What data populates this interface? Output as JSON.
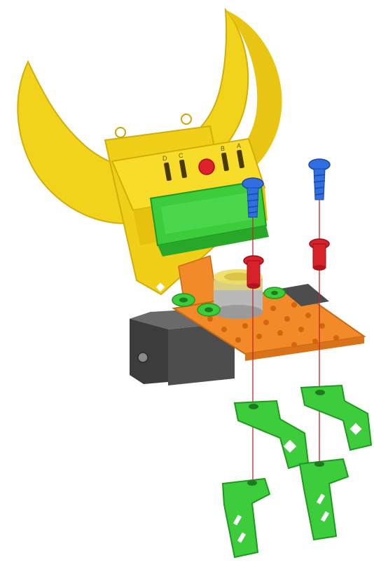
{
  "controller": {
    "port_labels": [
      "D",
      "C",
      "B",
      "A"
    ],
    "button_color": "#e0202a"
  },
  "colors": {
    "yellow": "#f2d31b",
    "yellow_shade": "#d8b30a",
    "green": "#3ccc3c",
    "green_dark": "#24a824",
    "orange": "#f28a2a",
    "orange_dark": "#d9731a",
    "gray": "#4a4a4a",
    "blue": "#2f6fe0",
    "red": "#d8222a",
    "axis_line": "#c0282a"
  },
  "parts": [
    "yellow-chassis",
    "controller-module",
    "battery-pack",
    "orange-plate",
    "gray-motor-block",
    "gear-motor",
    "green-washers",
    "blue-screws",
    "red-pins",
    "green-l-brackets"
  ]
}
